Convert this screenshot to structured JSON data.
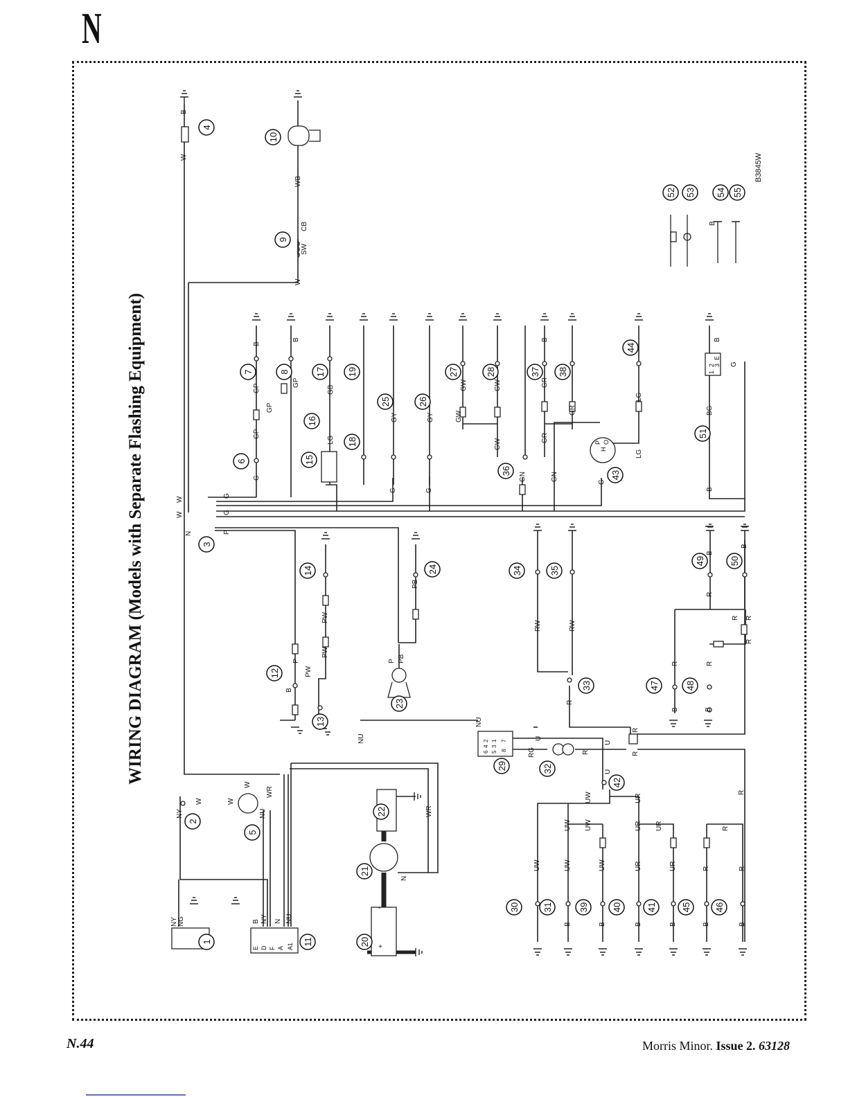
{
  "page": {
    "section_letter": "N",
    "title": "WIRING DIAGRAM (Models with Separate Flashing Equipment)",
    "drawing_ref": "B3845W",
    "footer_left": "N.44",
    "footer_model": "Morris Minor.",
    "footer_issue": "Issue 2.",
    "footer_number": "63128"
  },
  "components": [
    "1",
    "2",
    "3",
    "4",
    "5",
    "6",
    "7",
    "8",
    "9",
    "10",
    "11",
    "12",
    "13",
    "14",
    "15",
    "16",
    "17",
    "18",
    "19",
    "20",
    "21",
    "22",
    "23",
    "24",
    "25",
    "26",
    "27",
    "28",
    "29",
    "30",
    "31",
    "32",
    "33",
    "34",
    "35",
    "36",
    "37",
    "38",
    "39",
    "40",
    "41",
    "42",
    "43",
    "44",
    "45",
    "46",
    "47",
    "48",
    "49",
    "50",
    "51",
    "52",
    "53",
    "54",
    "55"
  ],
  "wire_labels": {
    "w": "W",
    "b": "B",
    "wb": "WB",
    "sw": "SW",
    "cb": "CB",
    "g": "G",
    "gp": "GP",
    "gb": "GB",
    "lg": "LG",
    "gy": "GY",
    "gw": "GW",
    "gr": "GR",
    "gn": "GN",
    "n": "N",
    "p": "P",
    "pw": "PW",
    "pb": "PB",
    "nu": "NU",
    "rw": "RW",
    "r": "R",
    "u": "U",
    "rg": "RG",
    "uw": "UW",
    "ur": "UR",
    "ny": "NY",
    "wr": "WR",
    "bg": "BG",
    "ng": "NG",
    "plus": "+",
    "minus": "-"
  },
  "terminal_letters": [
    "E",
    "D",
    "F",
    "A",
    "A1"
  ],
  "connector_29_pins": [
    "1",
    "2",
    "3",
    "4",
    "5",
    "6",
    "7",
    "8"
  ],
  "switch_43_letters": [
    "P",
    "H",
    "O"
  ],
  "switch_51_pins": [
    "1",
    "2",
    "3",
    "E"
  ]
}
